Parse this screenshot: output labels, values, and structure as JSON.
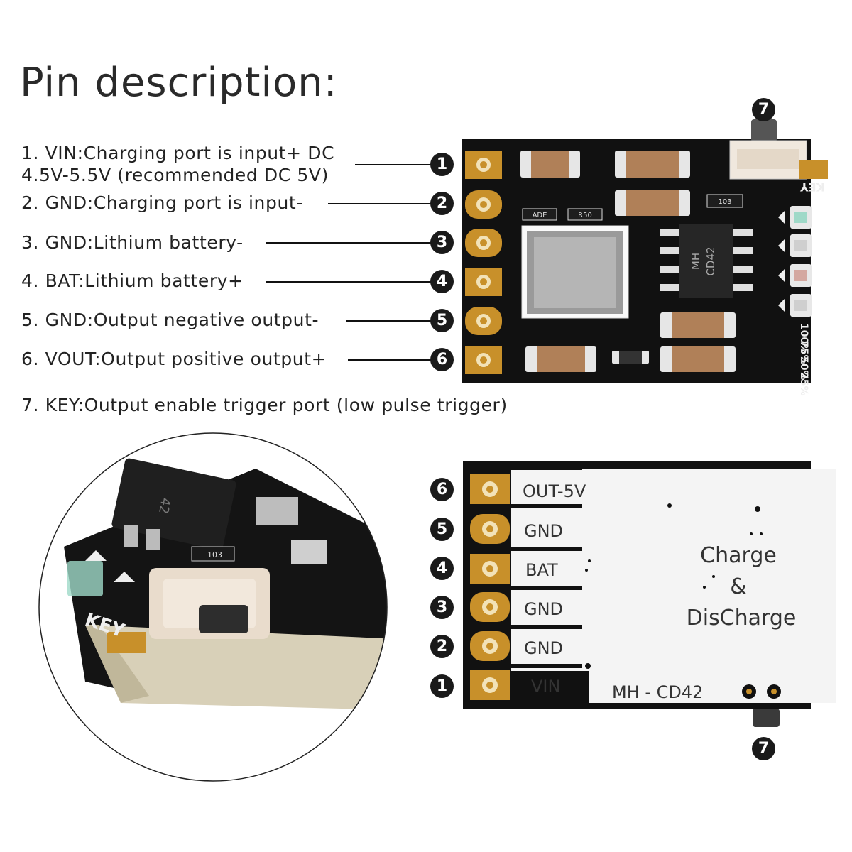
{
  "title": "Pin description:",
  "pins": [
    {
      "num": "1",
      "line1": "1. VIN:Charging port is input+ DC",
      "line2": "4.5V-5.5V (recommended DC 5V)"
    },
    {
      "num": "2",
      "line1": "2. GND:Charging port is input-"
    },
    {
      "num": "3",
      "line1": "3. GND:Lithium battery-"
    },
    {
      "num": "4",
      "line1": "4. BAT:Lithium battery+"
    },
    {
      "num": "5",
      "line1": "5. GND:Output negative output-"
    },
    {
      "num": "6",
      "line1": "6. VOUT:Output positive output+"
    },
    {
      "num": "7",
      "line1": "7. KEY:Output enable trigger port (low pulse trigger)"
    }
  ],
  "top_board": {
    "key_label": "KEY",
    "chip_line1": "MH",
    "chip_line2": "CD42",
    "resistor_label": "R50",
    "cap_label": "103",
    "small_label": "ADE",
    "percent_labels": [
      "100%",
      "75%",
      "50%",
      "25%"
    ]
  },
  "bottom_board": {
    "pad_labels": [
      "OUT-5V",
      "GND",
      "BAT",
      "GND",
      "GND",
      "VIN"
    ],
    "pad_numbers": [
      "6",
      "5",
      "4",
      "3",
      "2",
      "1"
    ],
    "charge_line1": "Charge",
    "charge_line2": "&",
    "charge_line3": "DisCharge",
    "model": "MH - CD42",
    "key_number": "7"
  },
  "closeup": {
    "key_label": "KEY",
    "chip_text": "42",
    "cap_label": "103"
  },
  "colors": {
    "board_black": "#111111",
    "pad_gold": "#c8902a",
    "smd_tan": "#b08058",
    "board_white": "#f4f4f4"
  }
}
